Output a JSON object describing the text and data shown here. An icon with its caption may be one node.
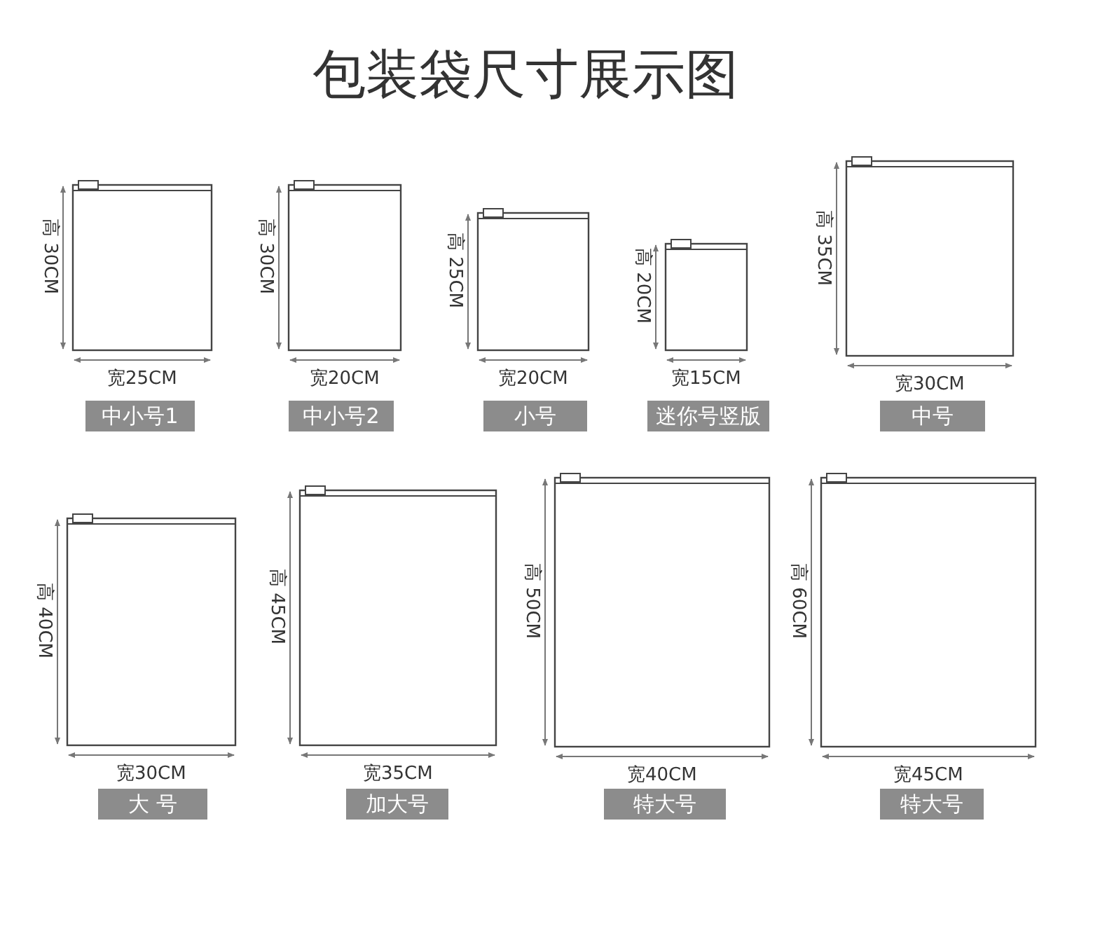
{
  "diagram": {
    "title": "包装袋尺寸展示图",
    "nodes": [
      {
        "text": [
          "中小号1"
        ]
      },
      {
        "text": [
          "中小号2"
        ]
      },
      {
        "text": [
          "小号"
        ]
      },
      {
        "text": [
          "迷你号竖版"
        ]
      },
      {
        "text": [
          "中号"
        ]
      },
      {
        "text": [
          "大 号"
        ]
      },
      {
        "text": [
          "加大号"
        ]
      },
      {
        "text": [
          "特大号"
        ]
      },
      {
        "text": [
          "特大号"
        ]
      }
    ],
    "labels": [
      "高 30CM",
      "宽25CM",
      "高 30CM",
      "宽20CM",
      "高 25CM",
      "宽20CM",
      "高 20CM",
      "宽15CM",
      "高 35CM",
      "宽30CM",
      "高 40CM",
      "宽30CM",
      "高 45CM",
      "宽35CM",
      "高 50CM",
      "宽40CM",
      "高 60CM",
      "宽45CM"
    ]
  }
}
